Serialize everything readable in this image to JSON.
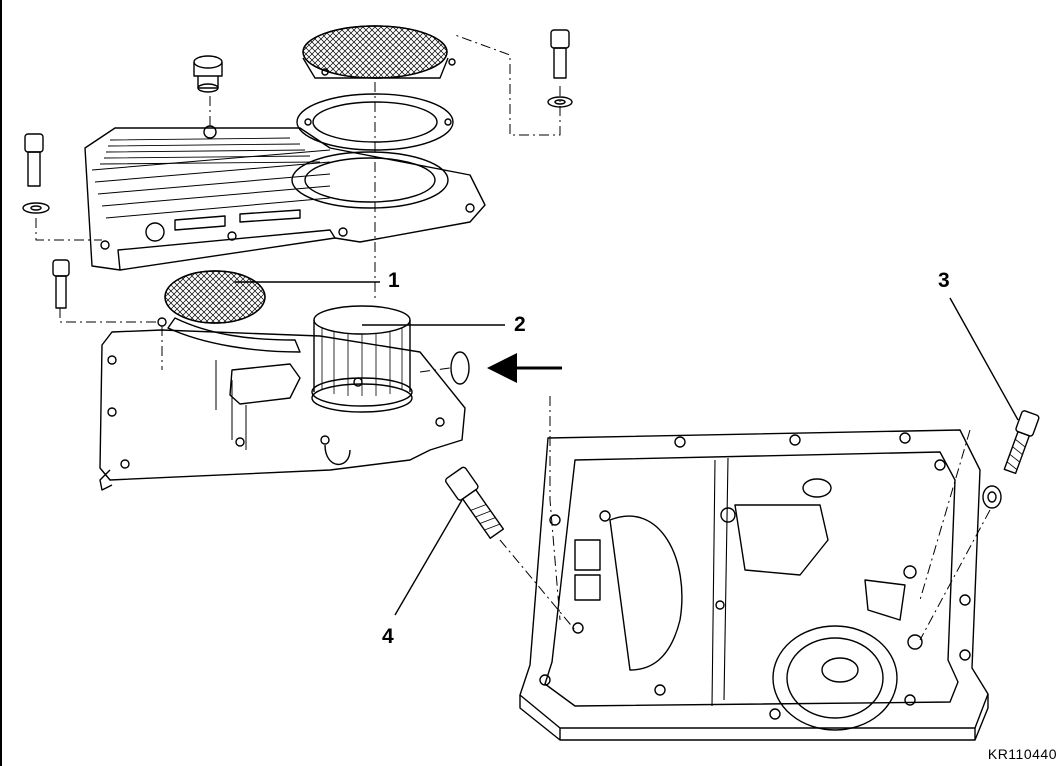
{
  "figure": {
    "reference_code": "KR110440",
    "callouts": [
      {
        "id": "1",
        "label": "1"
      },
      {
        "id": "2",
        "label": "2"
      },
      {
        "id": "3",
        "label": "3"
      },
      {
        "id": "4",
        "label": "4"
      }
    ],
    "colors": {
      "line": "#000000",
      "background": "#ffffff",
      "part_fill": "#ffffff"
    }
  }
}
